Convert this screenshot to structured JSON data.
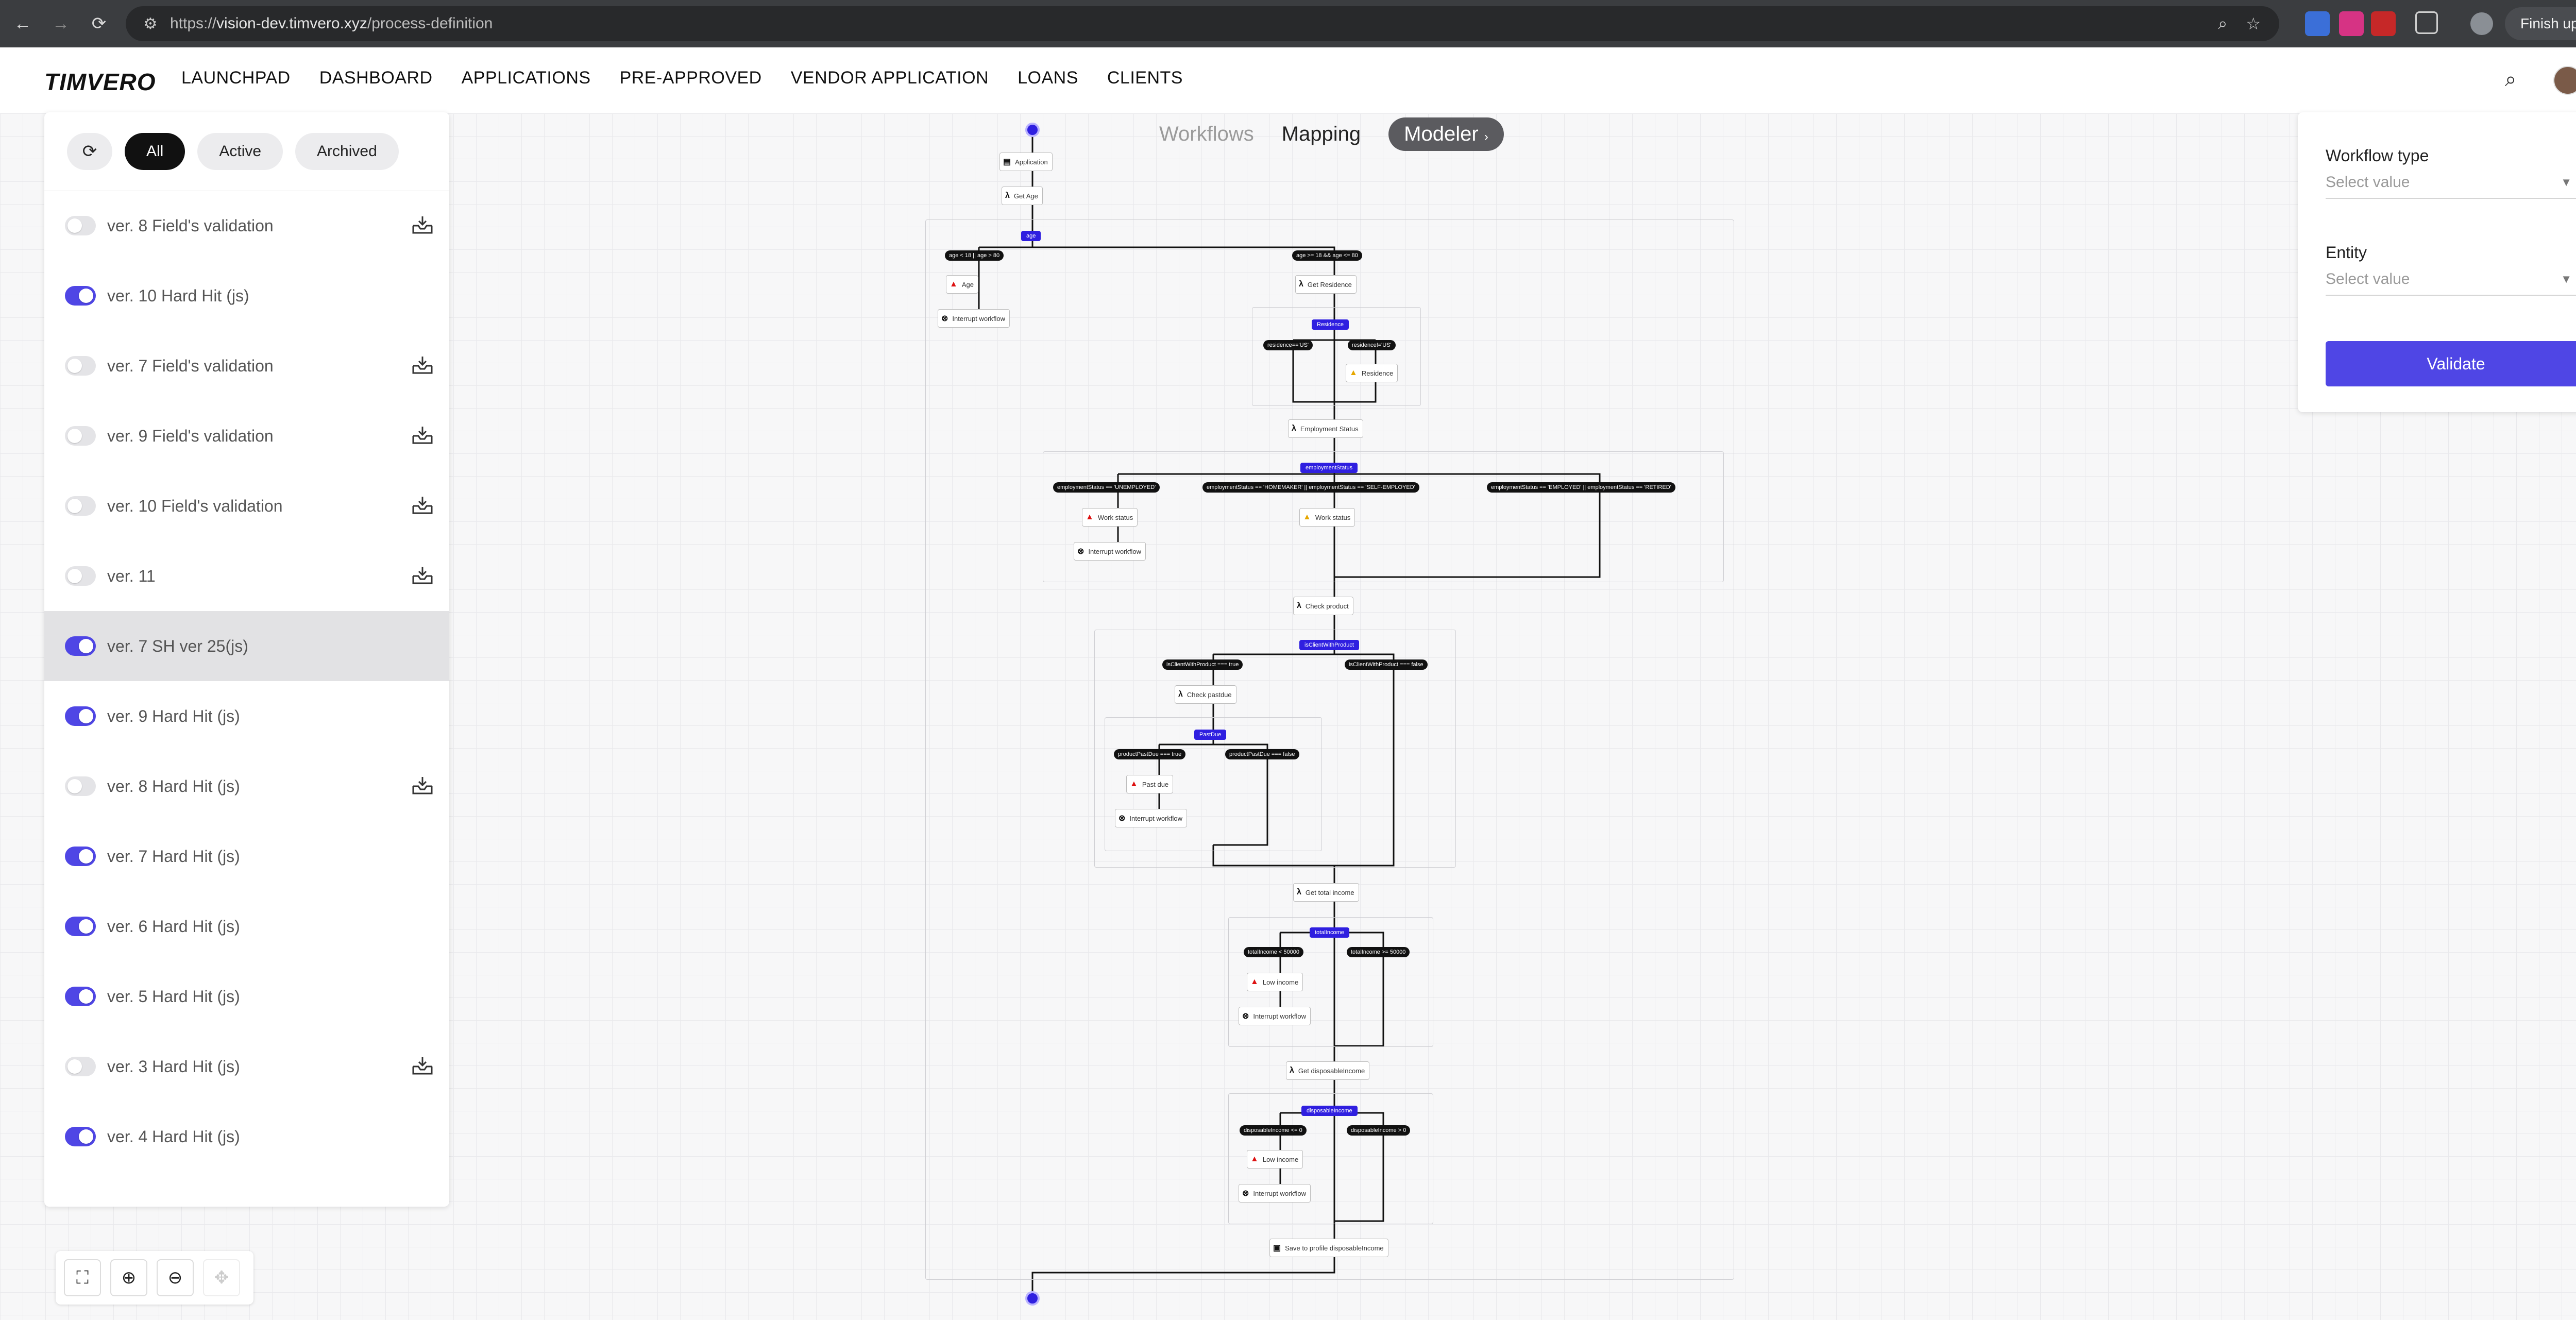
{
  "browser": {
    "url_prefix": "https://",
    "url_host": "vision-dev.timvero.xyz",
    "url_path": "/process-definition",
    "finish_update": "Finish update"
  },
  "header": {
    "logo": "TIMVERO",
    "nav": [
      "LAUNCHPAD",
      "DASHBOARD",
      "APPLICATIONS",
      "PRE-APPROVED",
      "VENDOR APPLICATION",
      "LOANS",
      "CLIENTS"
    ]
  },
  "left_panel": {
    "filters": [
      "All",
      "Active",
      "Archived"
    ],
    "active_filter": "All",
    "versions": [
      {
        "label": "ver. 8 Field's validation",
        "on": false,
        "download": true
      },
      {
        "label": "ver. 10 Hard Hit (js)",
        "on": true,
        "download": false
      },
      {
        "label": "ver. 7 Field's validation",
        "on": false,
        "download": true
      },
      {
        "label": "ver. 9 Field's validation",
        "on": false,
        "download": true
      },
      {
        "label": "ver. 10 Field's validation",
        "on": false,
        "download": true
      },
      {
        "label": "ver. 11",
        "on": false,
        "download": true
      },
      {
        "label": "ver. 7 SH ver 25(js)",
        "on": true,
        "download": false,
        "selected": true
      },
      {
        "label": "ver. 9 Hard Hit (js)",
        "on": true,
        "download": false
      },
      {
        "label": "ver. 8 Hard Hit (js)",
        "on": false,
        "download": true
      },
      {
        "label": "ver. 7 Hard Hit (js)",
        "on": true,
        "download": false
      },
      {
        "label": "ver. 6 Hard Hit (js)",
        "on": true,
        "download": false
      },
      {
        "label": "ver. 5 Hard Hit (js)",
        "on": true,
        "download": false
      },
      {
        "label": "ver. 3 Hard Hit (js)",
        "on": false,
        "download": true
      },
      {
        "label": "ver. 4 Hard Hit (js)",
        "on": true,
        "download": false
      }
    ]
  },
  "mode_tabs": {
    "workflows": "Workflows",
    "mapping": "Mapping",
    "modeler": "Modeler"
  },
  "right_panel": {
    "workflow_type_label": "Workflow type",
    "workflow_type_placeholder": "Select value",
    "entity_label": "Entity",
    "entity_placeholder": "Select value",
    "validate": "Validate"
  },
  "diagram": {
    "application": "Application",
    "get_age": "Get Age",
    "age_gate": "age",
    "age_cond_fail": "age < 18 || age > 80",
    "age_cond_pass": "age >= 18 && age <= 80",
    "age_task": "Age",
    "interrupt": "Interrupt workflow",
    "get_residence": "Get Residence",
    "residence_gate": "Residence",
    "res_cond_us": "residence=='US'",
    "res_cond_not_us": "residence!='US'",
    "residence_task": "Residence",
    "employment_status": "Employment Status",
    "emp_gate": "employmentStatus",
    "emp_cond_1": "employmentStatus == 'UNEMPLOYED'",
    "emp_cond_2": "employmentStatus == 'HOMEMAKER' || employmentStatus == 'SELF-EMPLOYED'",
    "emp_cond_3": "employmentStatus == 'EMPLOYED' || employmentStatus == 'RETIRED'",
    "work_status": "Work status",
    "check_product": "Check product",
    "product_gate": "isClientWithProduct",
    "prod_cond_true": "isClientWithProduct === true",
    "prod_cond_false": "isClientWithProduct === false",
    "check_pastdue": "Check pastdue",
    "pastdue_gate": "PastDue",
    "pd_cond_true": "productPastDue === true",
    "pd_cond_false": "productPastDue === false",
    "past_due": "Past due",
    "get_total_income": "Get total income",
    "income_gate": "totalIncome",
    "inc_cond_low": "totalIncome < 50000",
    "inc_cond_ok": "totalIncome >= 50000",
    "low_income": "Low income",
    "get_disposable": "Get disposableIncome",
    "disp_gate": "disposableIncome",
    "disp_cond_low": "disposableIncome <= 0",
    "disp_cond_ok": "disposableIncome > 0",
    "save_profile": "Save to profile disposableIncome"
  }
}
